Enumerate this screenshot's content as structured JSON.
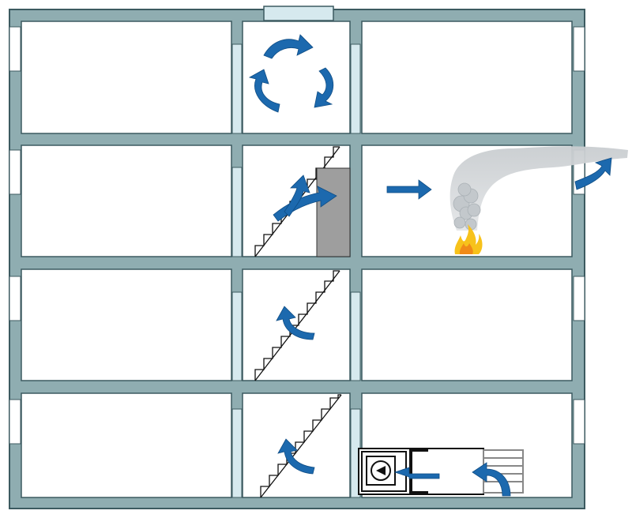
{
  "diagram": {
    "floors": [
      "top-floor",
      "fire-floor",
      "second-floor",
      "ground-floor"
    ],
    "colors": {
      "wall": "#8fadb1",
      "wall_outline": "#3c5a60",
      "glass": "#d6e9ee",
      "room": "#ffffff",
      "arrow": "#1c69ae",
      "arrow_light": "#4a9ad4",
      "smoke": "#d3d6d8",
      "fire": "#f7c21b",
      "fire_core": "#f08a18",
      "door": "#9e9e9e",
      "fan_unit": "#ffffff"
    },
    "icons": [
      "airflow-arrow-icon",
      "fire-icon",
      "smoke-plume-icon",
      "fan-icon",
      "grille-icon",
      "stairs-icon"
    ]
  }
}
